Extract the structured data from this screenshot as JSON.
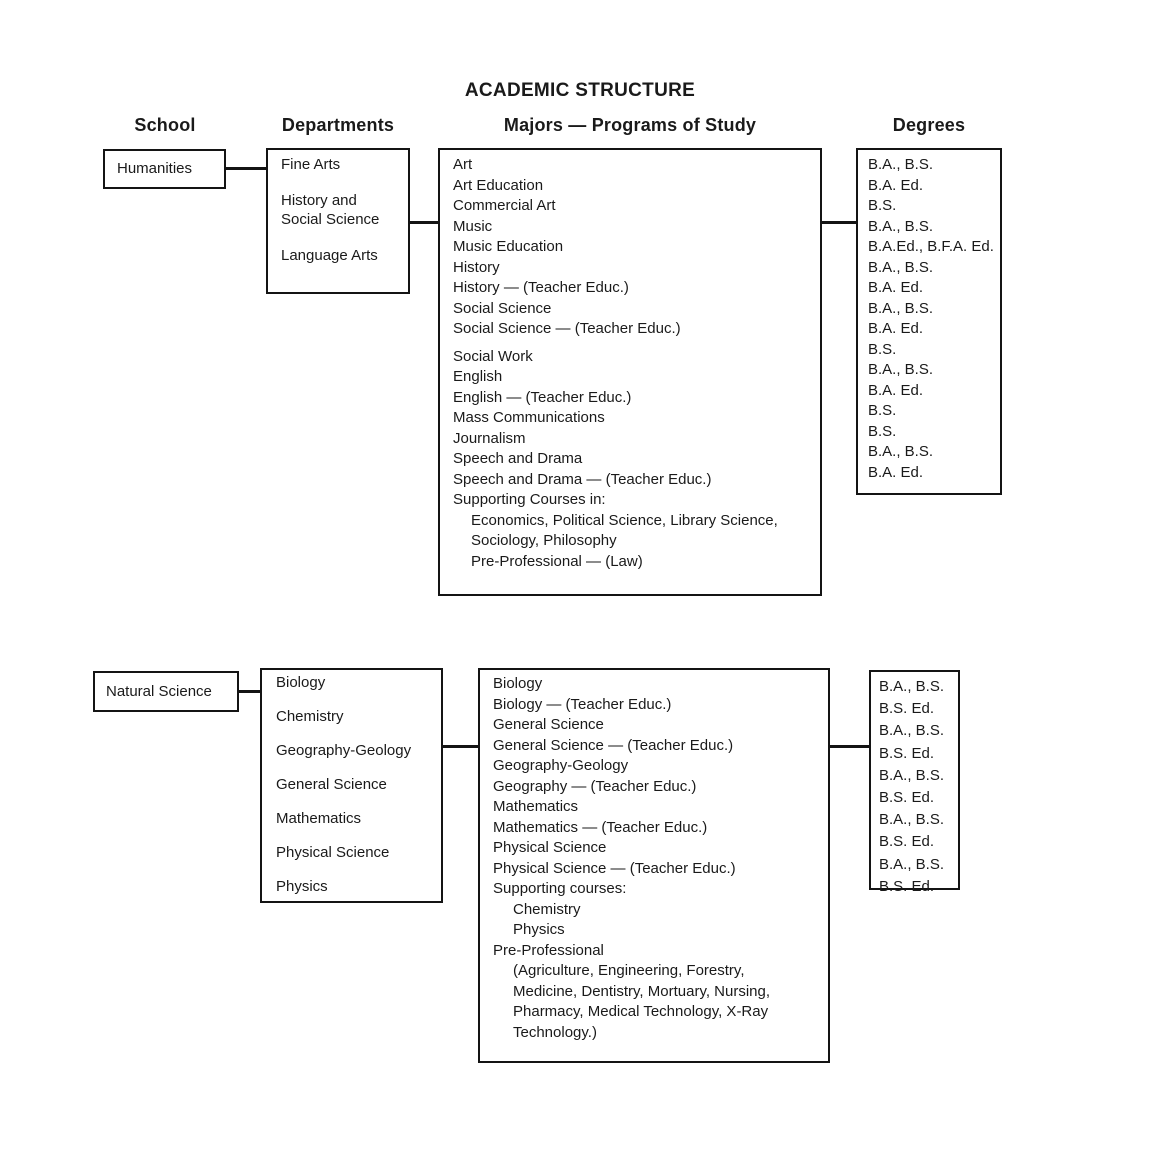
{
  "title": "ACADEMIC STRUCTURE",
  "columns": {
    "school": "School",
    "departments": "Departments",
    "majors": "Majors — Programs of Study",
    "degrees": "Degrees"
  },
  "sections": [
    {
      "school": "Humanities",
      "departments": [
        "Fine Arts",
        "History and",
        "Social Science",
        "Language Arts"
      ],
      "majors": [
        "Art",
        "Art Education",
        "Commercial Art",
        "Music",
        "Music Education",
        "History",
        "History — (Teacher Educ.)",
        "Social Science",
        "Social Science — (Teacher Educ.)",
        "Social Work",
        "English",
        "English — (Teacher Educ.)",
        "Mass Communications",
        "Journalism",
        "Speech and Drama",
        "Speech and Drama — (Teacher Educ.)",
        "Supporting Courses in:",
        "Economics, Political Science, Library Science,",
        "Sociology, Philosophy",
        "Pre-Professional — (Law)"
      ],
      "degrees": [
        "B.A., B.S.",
        "B.A. Ed.",
        "B.S.",
        "B.A., B.S.",
        "B.A.Ed., B.F.A. Ed.",
        "B.A., B.S.",
        "B.A. Ed.",
        "B.A., B.S.",
        "B.A. Ed.",
        "B.S.",
        "B.A., B.S.",
        "B.A. Ed.",
        "B.S.",
        "B.S.",
        "B.A., B.S.",
        "B.A. Ed."
      ]
    },
    {
      "school": "Natural Science",
      "departments": [
        "Biology",
        "Chemistry",
        "Geography-Geology",
        "General Science",
        "Mathematics",
        "Physical Science",
        "Physics"
      ],
      "majors": [
        "Biology",
        "Biology — (Teacher Educ.)",
        "General Science",
        "General Science — (Teacher Educ.)",
        "Geography-Geology",
        "Geography — (Teacher Educ.)",
        "Mathematics",
        "Mathematics — (Teacher Educ.)",
        "Physical Science",
        "Physical Science — (Teacher Educ.)",
        "Supporting courses:",
        "Chemistry",
        "Physics",
        "Pre-Professional",
        "(Agriculture, Engineering, Forestry,",
        "Medicine, Dentistry, Mortuary, Nursing,",
        "Pharmacy, Medical Technology, X-Ray",
        "Technology.)"
      ],
      "degrees": [
        "B.A., B.S.",
        "B.S. Ed.",
        "B.A., B.S.",
        "B.S. Ed.",
        "B.A., B.S.",
        "B.S. Ed.",
        "B.A., B.S.",
        "B.S. Ed.",
        "B.A., B.S.",
        "B.S. Ed."
      ]
    }
  ],
  "colors": {
    "ink": "#141414",
    "paper": "#ffffff"
  }
}
